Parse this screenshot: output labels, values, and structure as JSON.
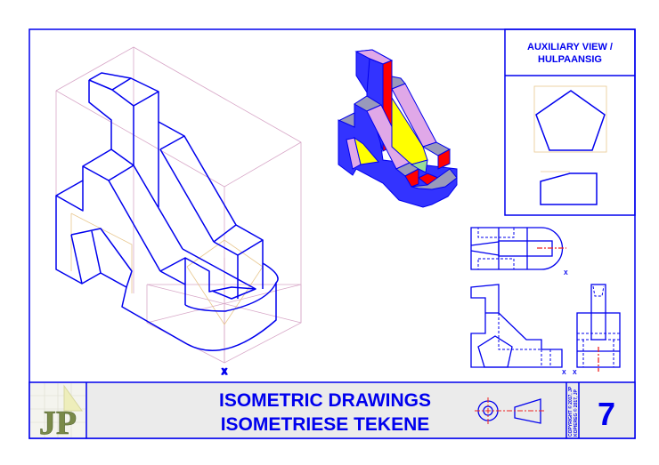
{
  "title_block": {
    "title_en": "ISOMETRIC DRAWINGS",
    "title_af": "ISOMETRIESE TEKENE",
    "sheet_number": "7",
    "copyright_en": "COPYRIGHT © 2017, JP",
    "copyright_af": "KOPIEREG © 2017, JP",
    "logo_text": "JP"
  },
  "auxiliary_view": {
    "label_line1": "AUXILIARY VIEW /",
    "label_line2": "HULPAANSIG"
  },
  "markers": {
    "iso_x": "X",
    "top_view_x": "X",
    "front_view_x": "X",
    "side_view_x": "X"
  },
  "colors": {
    "line": "#0000ee",
    "construction": "#d8a8c8",
    "centerline": "#ee2222",
    "title_bg": "#ebebeb",
    "face_blue": "#3333ff",
    "face_grey": "#9999bb",
    "face_pink": "#e0a8e8",
    "face_red": "#ff0000",
    "face_yellow": "#ffff00",
    "face_green": "#99dd99"
  }
}
